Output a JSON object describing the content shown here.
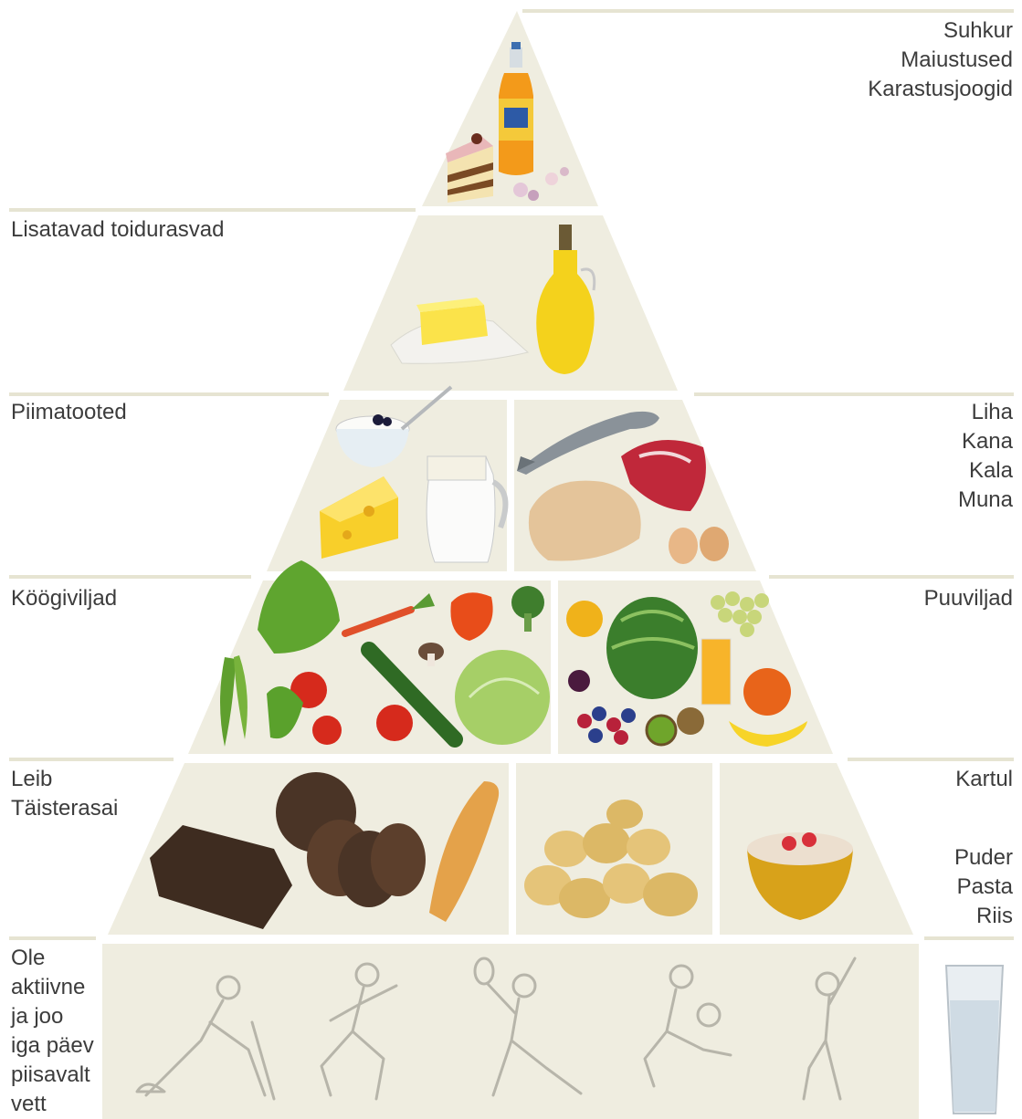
{
  "tiers": {
    "top": {
      "right_label": [
        "Suhkur",
        "Maiustused",
        "Karastusjoogid"
      ]
    },
    "fats": {
      "left_label": [
        "Lisatavad toidurasvad"
      ]
    },
    "protein": {
      "left_label": [
        "Piimatooted"
      ],
      "right_label": [
        "Liha",
        "Kana",
        "Kala",
        "Muna"
      ]
    },
    "produce": {
      "left_label": [
        "Köögiviljad"
      ],
      "right_label": [
        "Puuviljad"
      ]
    },
    "grains": {
      "left_label": [
        "Leib",
        "Täisterasai"
      ],
      "right_label_top": [
        "Kartul"
      ],
      "right_label_bottom": [
        "Puder",
        "Pasta",
        "Riis"
      ]
    },
    "base": {
      "left_label": [
        "Ole",
        "aktiivne",
        "ja joo",
        "iga päev",
        "piisavalt",
        "vett"
      ]
    }
  },
  "icons": {
    "top": [
      "soda-bottle-icon",
      "cake-slice-icon",
      "candy-icon"
    ],
    "fats": [
      "butter-icon",
      "oil-bottle-icon"
    ],
    "dairy": [
      "yogurt-bowl-icon",
      "cheese-icon",
      "milk-jug-icon"
    ],
    "meat": [
      "fish-icon",
      "steak-icon",
      "chicken-icon",
      "eggs-icon"
    ],
    "vegetables": [
      "lettuce-icon",
      "carrot-icon",
      "pepper-icon",
      "broccoli-icon",
      "pea-pod-icon",
      "tomato-icon",
      "cucumber-icon",
      "mushroom-icon",
      "cabbage-icon"
    ],
    "fruits": [
      "apple-icon",
      "watermelon-icon",
      "grapes-icon",
      "juice-glass-icon",
      "plum-icon",
      "berries-icon",
      "kiwi-icon",
      "orange-icon",
      "banana-icon"
    ],
    "grains": [
      "rye-bread-icon",
      "loaf-icon",
      "baguette-icon",
      "potatoes-icon",
      "porridge-bowl-icon"
    ],
    "activity": [
      "vacuuming-figure-icon",
      "running-figure-icon",
      "tennis-figure-icon",
      "football-figure-icon",
      "dancing-figure-icon",
      "water-glass-icon"
    ]
  },
  "colors": {
    "tier_fill": "#efede0",
    "divider": "#ffffff",
    "line": "#e8e6d6",
    "text": "#3c3c3c"
  }
}
